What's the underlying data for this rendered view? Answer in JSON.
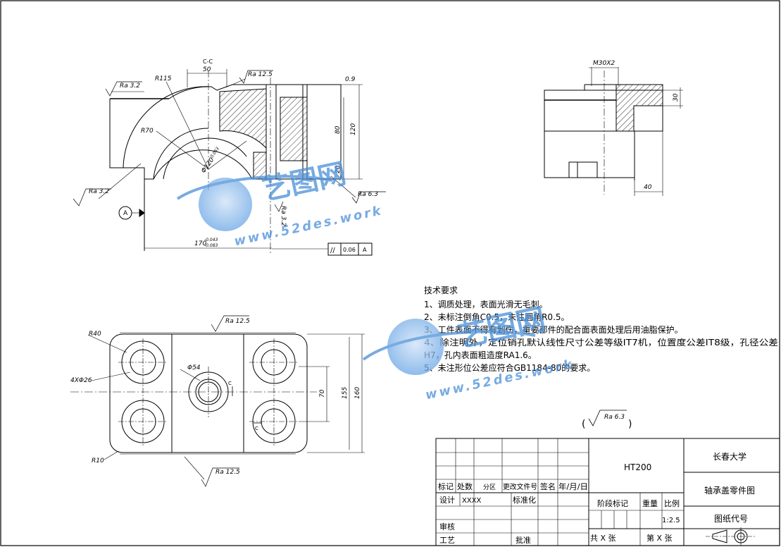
{
  "colors": {
    "line": "#000000",
    "hatch": "#000000",
    "watermark": "#4a8fd8"
  },
  "watermark": {
    "brand": "艺图网",
    "url": "www.52des.work"
  },
  "front_view": {
    "section_label": "C-C",
    "dims": {
      "width_top": "50",
      "roughness_top": "Ra 12.5",
      "roughness_left": "Ra 3.2",
      "r115": "R115",
      "r70": "R70",
      "dia120": "Φ120",
      "dia120_tol": "0.063",
      "h80": "80",
      "h120": "120",
      "h20": "20",
      "flatness": "0.9",
      "roughness_bottom_left": "Ra 3.2",
      "roughness_right": "Ra 6.3",
      "roughness_vertical": "Ra 3.2",
      "datum": "A",
      "length170": "170",
      "length170_tol_up": "-0.043",
      "length170_tol_low": "-0.083",
      "parallel_symbol": "//",
      "parallel_value": "0.06",
      "parallel_datum": "A"
    }
  },
  "side_view": {
    "dims": {
      "thread": "M30X2",
      "h30": "30",
      "w40": "40"
    }
  },
  "top_view": {
    "dims": {
      "roughness_top": "Ra 12.5",
      "r40": "R40",
      "holes": "4XΦ26",
      "dia54": "Φ54",
      "sec_c_top": "C",
      "sec_c_bottom": "C",
      "h70": "70",
      "h155": "155",
      "h160": "160",
      "r10": "R10",
      "roughness_bottom": "Ra 12.5"
    }
  },
  "tech_notes": {
    "title": "技术要求",
    "items": [
      "1、调质处理，表面光滑无毛刺。",
      "2、未标注倒角C0.5，未注圆角R0.5。",
      "3、工件表面不得有划伤，重要部件的配合面表面处理后用油脂保护。",
      "4、除注明外，定位销孔默认线性尺寸公差等级IT7机，位置度公差IT8级，孔径公差",
      "H7，孔内表面粗造度RA1.6。",
      "5、未注形位公差应符合GB1184-80的要求。"
    ]
  },
  "general_roughness": {
    "open": "(",
    "value": "Ra 6.3",
    "close": ")"
  },
  "title_block": {
    "material": "HT200",
    "university": "长春大学",
    "part_name": "轴承盖零件图",
    "drawing_no_label": "图纸代号",
    "rev_headers": [
      "标记",
      "处数",
      "分区",
      "更改文件号",
      "签名",
      "年/月/日"
    ],
    "design_label": "设计",
    "design_value": "XXXX",
    "standard_label": "标准化",
    "review_label": "审核",
    "process_label": "工艺",
    "approve_label": "批准",
    "stage_label": "阶段标记",
    "weight_label": "重量",
    "scale_label": "比例",
    "scale_value": "1:2.5",
    "sheets": "共  X  张",
    "sheet_no": "第  X  张"
  }
}
